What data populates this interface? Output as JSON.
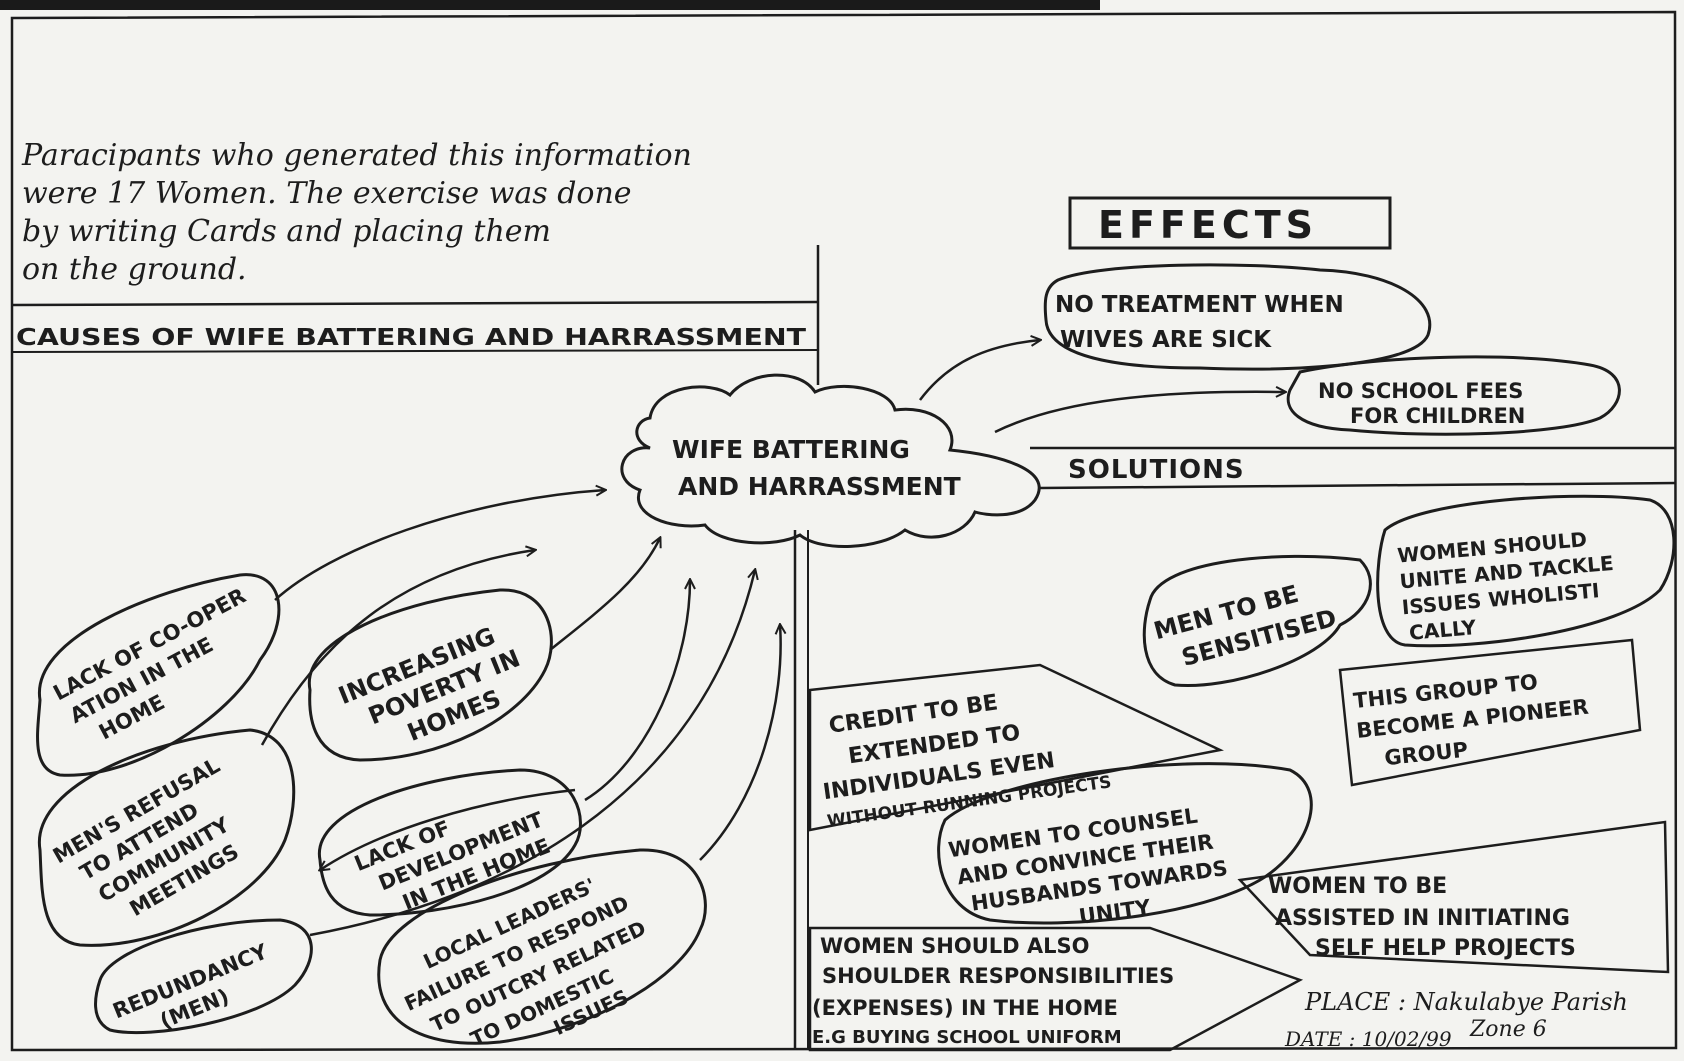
{
  "intro_note": [
    "Paracipants who generated this information",
    "were 17 Women. The exercise was done",
    "by writing Cards and placing them",
    "on the ground."
  ],
  "causes_heading": "CAUSES OF WIFE BATTERING AND HARRASSMENT",
  "central_issue": [
    "WIFE BATTERING",
    "AND HARRASSMENT"
  ],
  "effects": {
    "heading": "EFFECTS",
    "items": [
      [
        "NO TREATMENT WHEN",
        "WIVES ARE SICK"
      ],
      [
        "NO SCHOOL FEES",
        "FOR CHILDREN"
      ]
    ]
  },
  "solutions_heading": "SOLUTIONS",
  "causes": [
    [
      "LACK OF CO-OPER",
      "ATION IN THE",
      "HOME"
    ],
    [
      "INCREASING",
      "POVERTY IN",
      "HOMES"
    ],
    [
      "MEN'S REFUSAL",
      "TO ATTEND",
      "COMMUNITY",
      "MEETINGS"
    ],
    [
      "LACK OF",
      "DEVELOPMENT",
      "IN THE HOME"
    ],
    [
      "REDUNDANCY",
      "(MEN)"
    ],
    [
      "LOCAL LEADERS'",
      "FAILURE TO RESPOND",
      "TO OUTCRY RELATED",
      "TO DOMESTIC",
      "ISSUES"
    ]
  ],
  "solutions": [
    [
      "WOMEN SHOULD",
      "UNITE AND TACKLE",
      "ISSUES WHOLISTI",
      "CALLY"
    ],
    [
      "MEN TO BE",
      "SENSITISED"
    ],
    [
      "THIS GROUP TO",
      "BECOME A PIONEER",
      "GROUP"
    ],
    [
      "CREDIT TO BE",
      "EXTENDED TO",
      "INDIVIDUALS EVEN",
      "WITHOUT RUNNING PROJECTS"
    ],
    [
      "WOMEN TO COUNSEL",
      "AND CONVINCE THEIR",
      "HUSBANDS TOWARDS",
      "UNITY"
    ],
    [
      "WOMEN TO BE",
      "ASSISTED IN INITIATING",
      "SELF HELP PROJECTS"
    ],
    [
      "WOMEN SHOULD ALSO",
      "SHOULDER RESPONSIBILITIES",
      "(EXPENSES) IN THE HOME",
      "E.G BUYING SCHOOL UNIFORM"
    ]
  ],
  "place_label": "PLACE : Nakulabye Parish",
  "zone_label": "Zone 6",
  "date_label": "DATE : 10/02/99"
}
